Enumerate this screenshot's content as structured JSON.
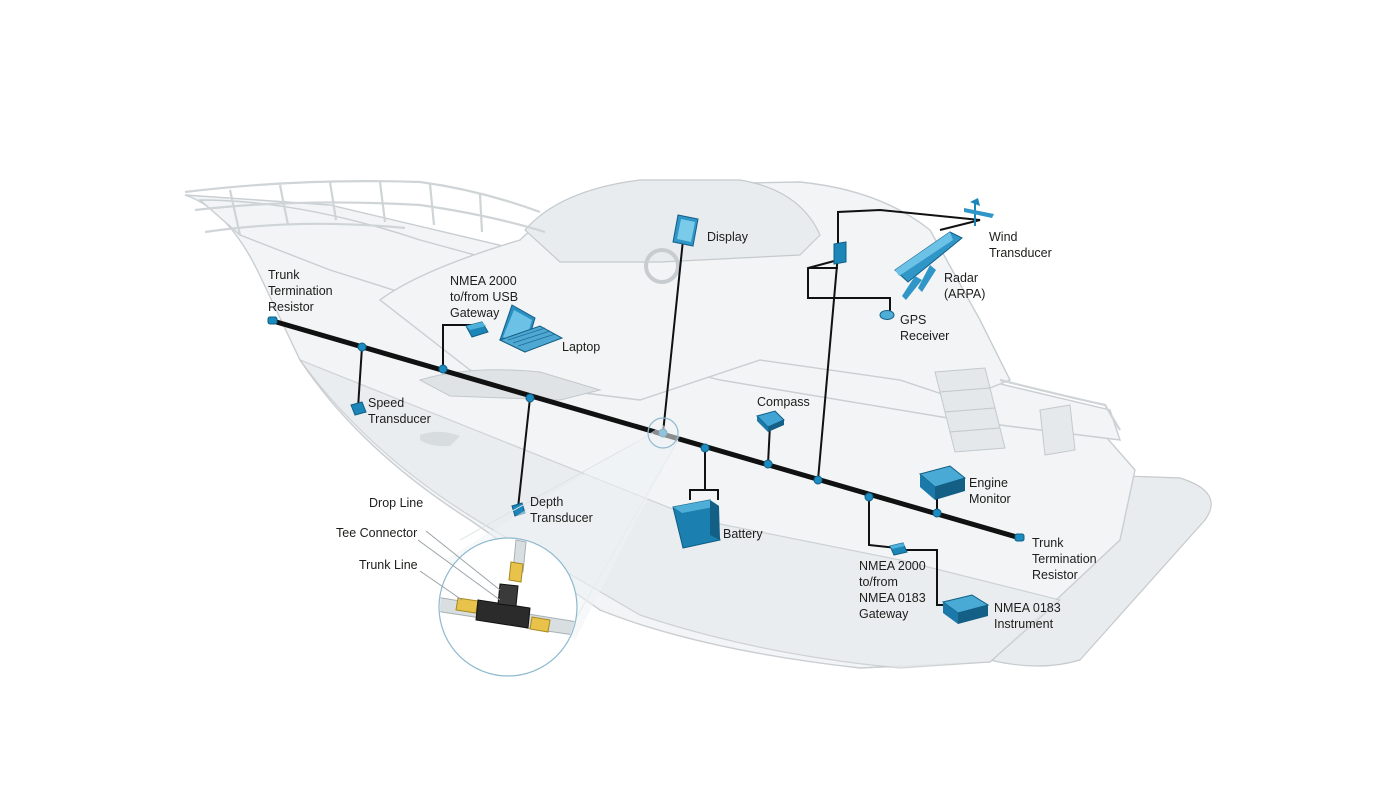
{
  "colors": {
    "accent": "#1d86b8",
    "trunk": "#111111",
    "hull": "#f2f4f5"
  },
  "labels": {
    "trunk_resistor_left": [
      "Trunk",
      "Termination",
      "Resistor"
    ],
    "usb_gateway": [
      "NMEA 2000",
      "to/from USB",
      "Gateway"
    ],
    "laptop": "Laptop",
    "display": "Display",
    "wind": [
      "Wind",
      "Transducer"
    ],
    "radar": [
      "Radar",
      "(ARPA)"
    ],
    "gps": [
      "GPS",
      "Receiver"
    ],
    "speed": [
      "Speed",
      "Transducer"
    ],
    "compass": "Compass",
    "engine": [
      "Engine",
      "Monitor"
    ],
    "depth": [
      "Depth",
      "Transducer"
    ],
    "battery": "Battery",
    "trunk_resistor_right": [
      "Trunk",
      "Termination",
      "Resistor"
    ],
    "n0183_gateway": [
      "NMEA 2000",
      "to/from",
      "NMEA 0183",
      "Gateway"
    ],
    "n0183_instrument": [
      "NMEA 0183",
      "Instrument"
    ],
    "drop_line": "Drop Line",
    "tee_connector": "Tee Connector",
    "trunk_line": "Trunk Line"
  },
  "icons": [
    "laptop-icon",
    "display-icon",
    "radar-icon",
    "wind-vane-icon",
    "gps-icon",
    "battery-icon",
    "compass-icon",
    "engine-monitor-icon",
    "transducer-icon",
    "gateway-icon",
    "tee-connector-icon"
  ]
}
